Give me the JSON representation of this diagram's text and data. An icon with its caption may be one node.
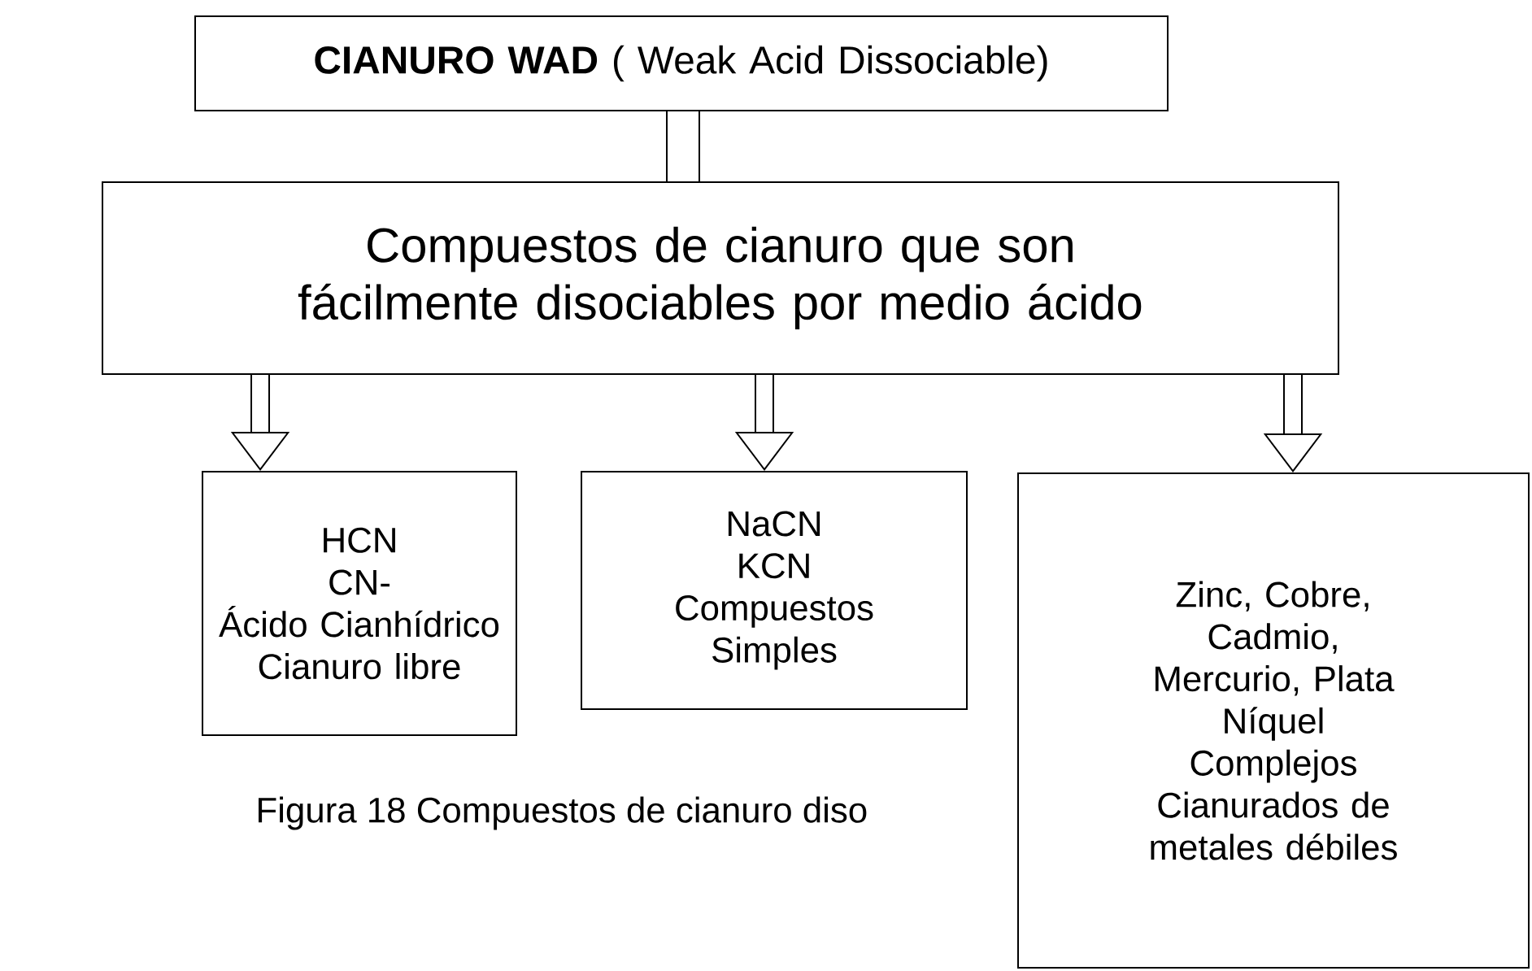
{
  "diagram": {
    "caption": "Figura 18 Compuestos de cianuro diso",
    "nodes": [
      {
        "text": [
          "**CIANURO WAD** ( Weak Acid Dissociable)"
        ]
      },
      {
        "text": [
          "Compuestos de cianuro que son fácilmente disociables por medio ácido"
        ]
      },
      {
        "text": [
          "HCN",
          "CN-",
          "Ácido Cianhídrico",
          "Cianuro libre"
        ]
      },
      {
        "text": [
          "NaCN",
          "KCN",
          "Compuestos Simples"
        ]
      },
      {
        "text": [
          "Zinc, Cobre, Cadmio, Mercurio, Plata",
          "Níquel",
          "Complejos Cianurados de metales débiles"
        ]
      }
    ],
    "edges": [
      {
        "from": 0,
        "to": 1,
        "arrow": "none"
      },
      {
        "from": 1,
        "to": 2,
        "arrow": "to"
      },
      {
        "from": 1,
        "to": 3,
        "arrow": "to"
      },
      {
        "from": 1,
        "to": 4,
        "arrow": "to"
      }
    ]
  }
}
